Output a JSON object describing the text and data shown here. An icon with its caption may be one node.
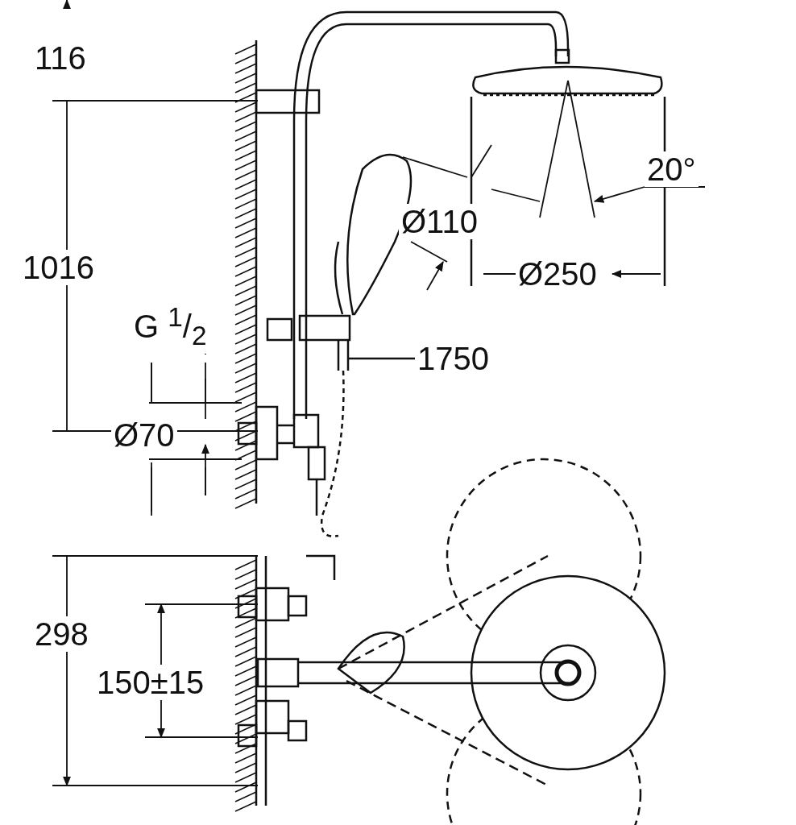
{
  "diagram": {
    "nodes": [
      {
        "text": [
          "1750"
        ]
      },
      {
        "text": [],
        "shape": "picture"
      }
    ],
    "edges": [
      {
        "from": 0,
        "to": 1,
        "arrow": "none"
      }
    ],
    "labels": [
      "116",
      "20°",
      "Ø110",
      "1016",
      "Ø250",
      "G $^{1}$/$_{2}$",
      "Ø70",
      "298",
      "150±15"
    ]
  }
}
